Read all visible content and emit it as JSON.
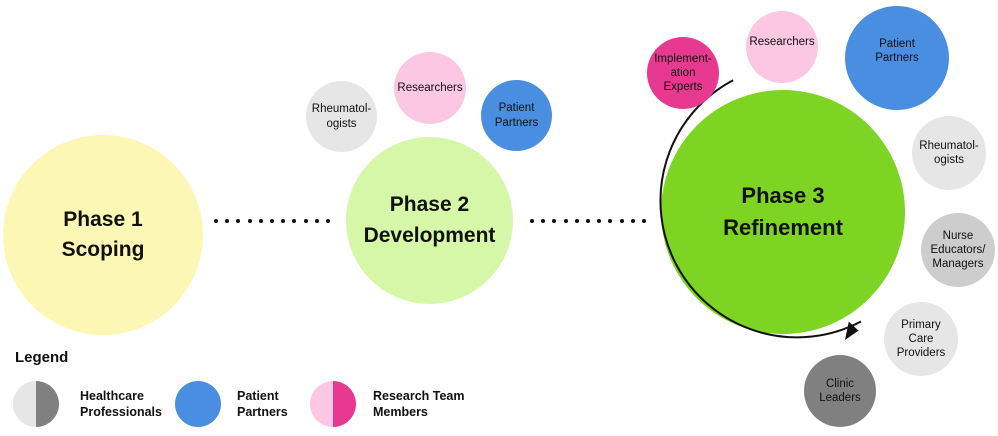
{
  "phases": [
    {
      "label": "Phase 1\nScoping",
      "color": "#fcf7b4"
    },
    {
      "label": "Phase 2\nDevelopment",
      "color": "#d6f7a8"
    },
    {
      "label": "Phase 3\nRefinement",
      "color": "#7dd423"
    }
  ],
  "phase2_members": [
    {
      "label": "Rheumatol-\nogists",
      "color": "#e6e6e6"
    },
    {
      "label": "Researchers",
      "color": "#fbc7e3"
    },
    {
      "label": "Patient\nPartners",
      "color": "#4a8ee1"
    }
  ],
  "phase3_members": [
    {
      "label": "Implement-\nation\nExperts",
      "color": "#e6398f"
    },
    {
      "label": "Researchers",
      "color": "#fbc7e3"
    },
    {
      "label": "Patient\nPartners",
      "color": "#4a8ee1"
    },
    {
      "label": "Rheumatol-\nogists",
      "color": "#e6e6e6"
    },
    {
      "label": "Nurse\nEducators/\nManagers",
      "color": "#cdcdcd"
    },
    {
      "label": "Primary\nCare\nProviders",
      "color": "#e6e6e6"
    },
    {
      "label": "Clinic\nLeaders",
      "color": "#808080"
    }
  ],
  "legend": {
    "title": "Legend",
    "items": [
      {
        "label": "Healthcare\nProfessionals",
        "color_left": "#e6e6e6",
        "color_right": "#808080"
      },
      {
        "label": "Patient\nPartners",
        "color_left": "#4a8ee1",
        "color_right": "#4a8ee1"
      },
      {
        "label": "Research Team\nMembers",
        "color_left": "#fbc7e3",
        "color_right": "#e6398f"
      }
    ]
  },
  "colors": {
    "arrow": "#111111",
    "dots": "#111111"
  }
}
